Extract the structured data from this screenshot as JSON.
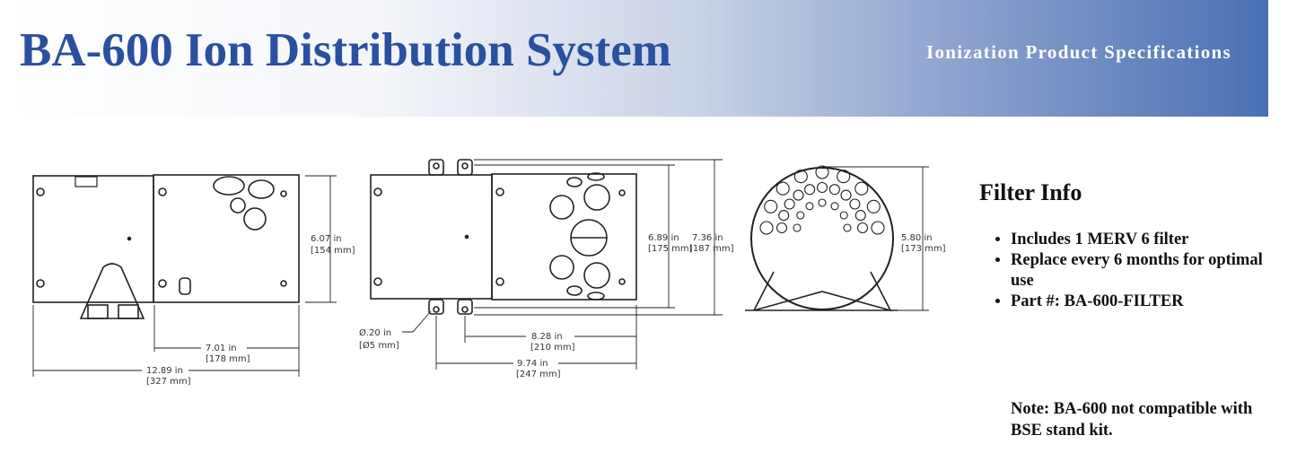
{
  "header": {
    "title": "BA-600 Ion Distribution System",
    "subtitle": "Ionization Product Specifications"
  },
  "drawings": {
    "side_view": {
      "height_in": "6.07 in",
      "height_mm": "[154 mm]",
      "section_in": "7.01 in",
      "section_mm": "[178 mm]",
      "length_in": "12.89 in",
      "length_mm": "[327 mm]"
    },
    "top_view": {
      "hole_in": "Ø.20 in",
      "hole_mm": "[Ø5 mm]",
      "body_height_in": "6.89 in",
      "body_height_mm": "[175 mm]",
      "overall_height_in": "7.36 in",
      "overall_height_mm": "[187 mm]",
      "inner_width_in": "8.28 in",
      "inner_width_mm": "[210 mm]",
      "outer_width_in": "9.74 in",
      "outer_width_mm": "[247 mm]"
    },
    "end_view": {
      "height_in": "5.80 in",
      "height_mm": "[173 mm]"
    }
  },
  "filter_info": {
    "title": "Filter Info",
    "items": [
      "Includes 1 MERV 6 filter",
      "Replace every 6 months for optimal use",
      "Part #: BA-600-FILTER"
    ],
    "note": "Note: BA-600 not compatible with BSE stand kit."
  },
  "colors": {
    "title": "#2a50a0",
    "header_gradient_end": "#4a70b4"
  }
}
